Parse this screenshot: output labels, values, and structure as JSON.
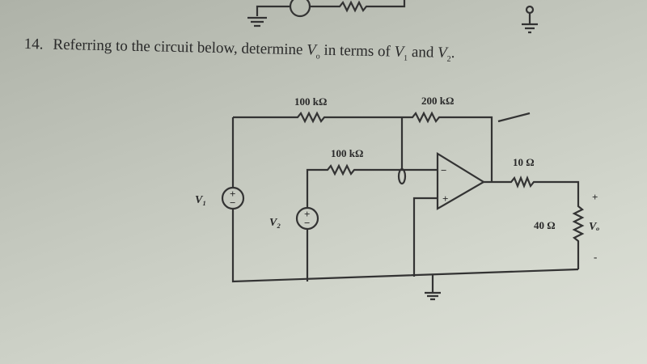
{
  "question": {
    "number": "14.",
    "text_before": "Referring to the circuit below, determine ",
    "vo": "V",
    "vo_sub": "o",
    "text_mid": " in terms of ",
    "v1": "V",
    "v1_sub": "1",
    "text_and": " and ",
    "v2": "V",
    "v2_sub": "2",
    "text_end": "."
  },
  "circuit": {
    "r_top_left": "100 kΩ",
    "r_feedback": "200 kΩ",
    "r_v2": "100 kΩ",
    "r_out": "10 Ω",
    "r_load": "40 Ω",
    "v1_label": "V₁",
    "v2_label": "V₂",
    "vo_label": "Vₒ",
    "vo_plus": "+",
    "vo_minus": "-",
    "src_plus": "+",
    "src_minus": "−",
    "opamp_minus": "−",
    "opamp_plus": "+"
  }
}
